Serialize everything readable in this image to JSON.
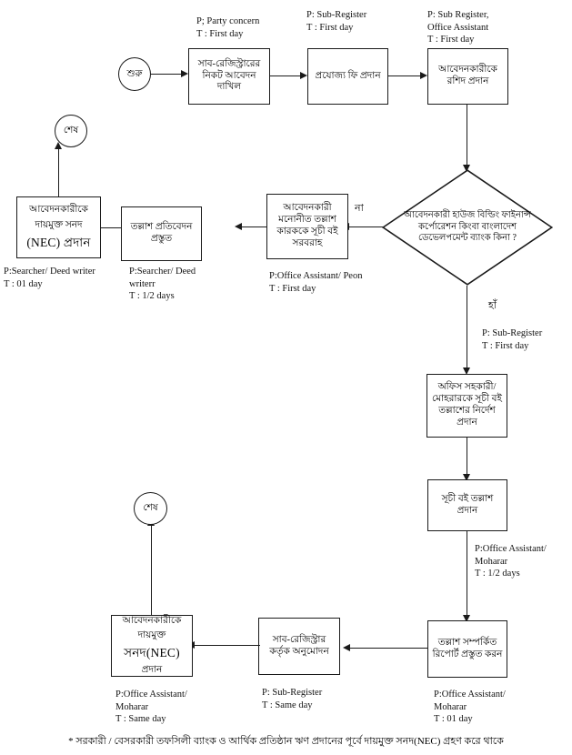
{
  "diagram": {
    "type": "flowchart",
    "title_footnote": "* সরকারী / বেসরকারী তফসিলী ব্যাংক ও আর্থিক প্রতিষ্ঠান ঋণ প্রদানের পূর্বে দায়মুক্ত সনদ(NEC) গ্রহণ করে থাকে",
    "nodes": {
      "start": {
        "label": "শুরু",
        "shape": "terminator"
      },
      "submit_application": {
        "label": "সাব-রেজিস্ট্রারের নিকট আবেদন দাখিল",
        "shape": "process"
      },
      "pay_fee": {
        "label": "প্রযোজ্য ফি প্রদান",
        "shape": "process"
      },
      "issue_receipt": {
        "label": "আবেদনকারীকে রশিদ প্রদান",
        "shape": "process"
      },
      "decision": {
        "label": "আবেদনকারী হাউজ বিল্ডিং ফাইনান্স কর্পোরেশন কিংবা বাংলাদেশ ডেভেলপমেন্ট ব্যাংক কিনা ?",
        "shape": "decision"
      },
      "supply_index_book": {
        "label": "আবেদনকারী মনোনীত তল্লাশ কারককে সূচী বই সরবরাহ",
        "shape": "process"
      },
      "prepare_search_report": {
        "label": "তল্লাশ প্রতিবেদন প্রস্তুত",
        "shape": "process"
      },
      "issue_nec_left": {
        "label_line1": "আবেদনকারীকে",
        "label_line2": "দায়মুক্ত সনদ",
        "label_line3": "(NEC) প্রদান",
        "shape": "process"
      },
      "end_left_top": {
        "label": "শেষ",
        "shape": "terminator"
      },
      "instruct_office_assistant": {
        "label": "অফিস সহকারী/ মোহরারকে সূচী বই তল্লাশের নির্দেশ প্রদান",
        "shape": "process"
      },
      "search_index_book": {
        "label": "সূচী বই তল্লাশ প্রদান",
        "shape": "process"
      },
      "prepare_report": {
        "label": "তল্লাশ সম্পর্কিত রিপোর্ট প্রস্তুত করন",
        "shape": "process"
      },
      "subregistrar_approval": {
        "label": "সাব-রেজিস্ট্রার কর্তৃক অনুমোদন",
        "shape": "process"
      },
      "issue_nec_bottom": {
        "label_line1": "আবেদনকারীকে",
        "label_line2": "দায়মুক্ত",
        "label_line3": "সনদ(NEC)",
        "label_line4": "প্রদান",
        "shape": "process"
      },
      "end_left_bottom": {
        "label": "শেষ",
        "shape": "terminator"
      }
    },
    "edge_labels": {
      "no_branch": "না",
      "yes_branch": "হাঁ"
    },
    "annotations": {
      "submit_application": "P; Party concern\nT : First day",
      "pay_fee": "P: Sub-Register\nT : First day",
      "issue_receipt": "P: Sub Register,\nOffice Assistant\nT : First day",
      "supply_index_book": "P:Office Assistant/ Peon\nT : First day",
      "prepare_search_report": "P:Searcher/ Deed\nwriterr\nT : 1/2 days",
      "issue_nec_left": "P:Searcher/ Deed writer\nT : 01 day",
      "instruct_office_assistant": "P: Sub-Register\nT : First day",
      "search_index_book": "P:Office Assistant/\nMoharar\nT : 1/2 days",
      "prepare_report": "P:Office Assistant/\nMoharar\nT : 01 day",
      "subregistrar_approval": "P: Sub-Register\nT : Same day",
      "issue_nec_bottom": "P:Office Assistant/\nMoharar\nT : Same day"
    }
  }
}
